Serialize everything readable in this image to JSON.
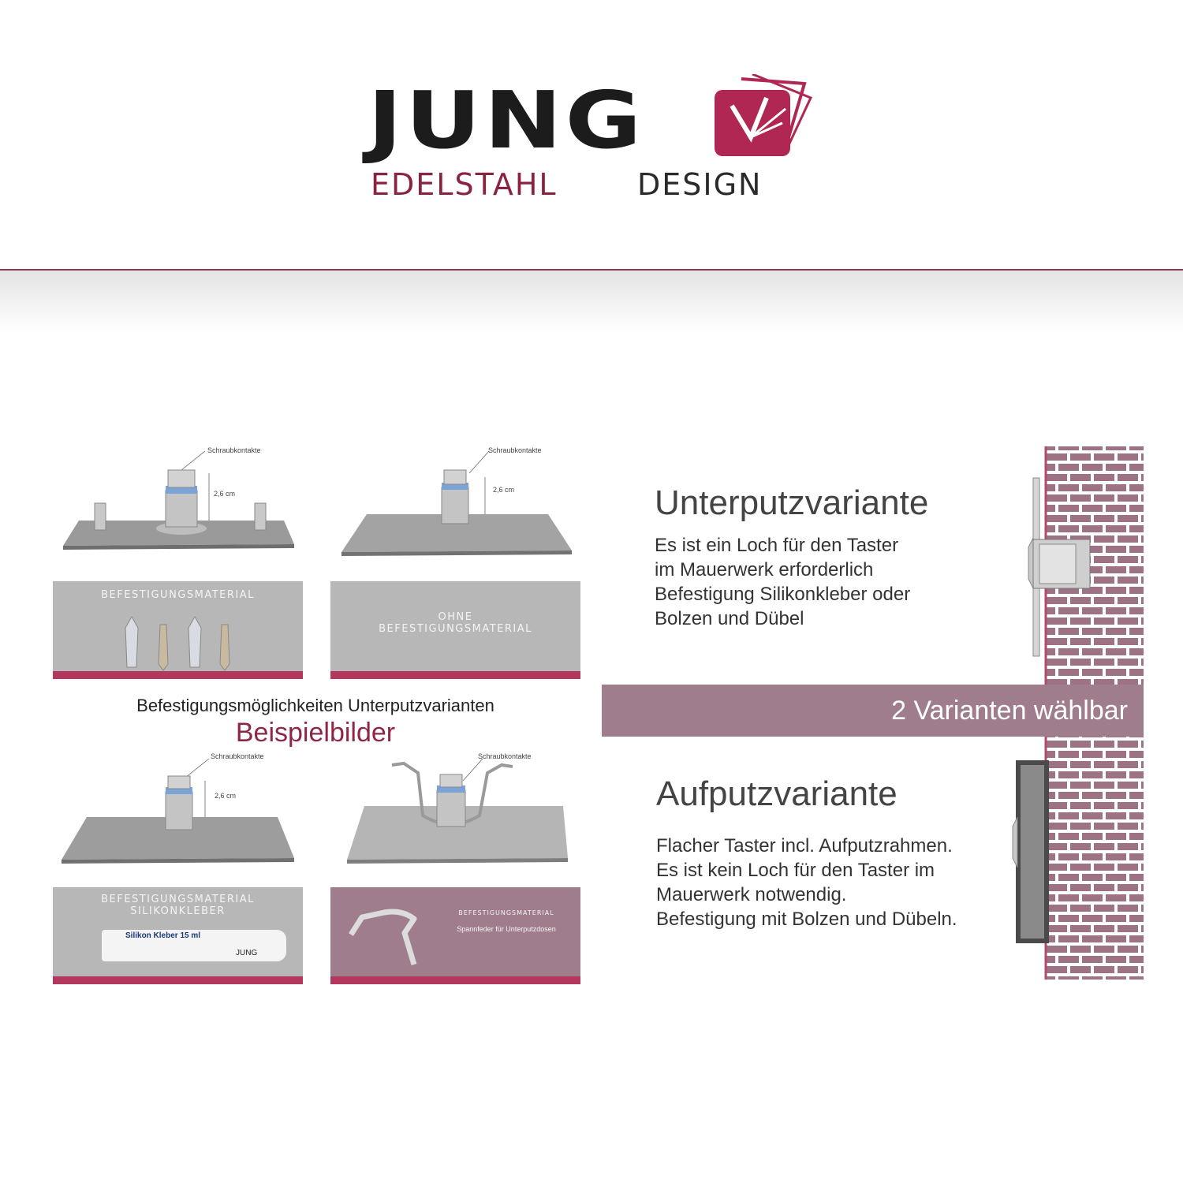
{
  "logo": {
    "brand": "JUNG",
    "line1": "EDELSTAHL",
    "line2": "DESIGN",
    "colors": {
      "dark": "#1c1c1c",
      "accent": "#8a2340"
    }
  },
  "examples": {
    "callout": "Schraubkontakte",
    "dimension": "2,6 cm",
    "panel_tl": "BEFESTIGUNGSMATERIAL",
    "panel_tr_1": "OHNE",
    "panel_tr_2": "BEFESTIGUNGSMATERIAL",
    "panel_bl_1": "BEFESTIGUNGSMATERIAL",
    "panel_bl_2": "SILIKONKLEBER",
    "tube_label": "Silikon Kleber 15 ml",
    "tube_brand": "JUNG",
    "panel_br_1": "BEFESTIGUNGSMATERIAL",
    "panel_br_2": "Spannfeder für Unterputzdosen"
  },
  "center": {
    "title": "Befestigungsmöglichkeiten Unterputzvarianten",
    "subtitle": "Beispielbilder"
  },
  "band": {
    "text": "2 Varianten wählbar"
  },
  "unterputz": {
    "heading": "Unterputzvariante",
    "lines": [
      "Es ist ein Loch für den Taster",
      "im Mauerwerk erforderlich",
      "Befestigung Silikonkleber oder",
      "Bolzen und Dübel"
    ]
  },
  "aufputz": {
    "heading": "Aufputzvariante",
    "lines": [
      "Flacher Taster incl. Aufputzrahmen.",
      "Es ist kein Loch für den Taster im",
      "Mauerwerk notwendig.",
      "Befestigung mit Bolzen und Dübeln."
    ]
  },
  "colors": {
    "brick": "#9c7284",
    "panel_grey": "#b7b7b7",
    "panel_mauve": "#a07d8c",
    "bar_red": "#b4375e"
  }
}
